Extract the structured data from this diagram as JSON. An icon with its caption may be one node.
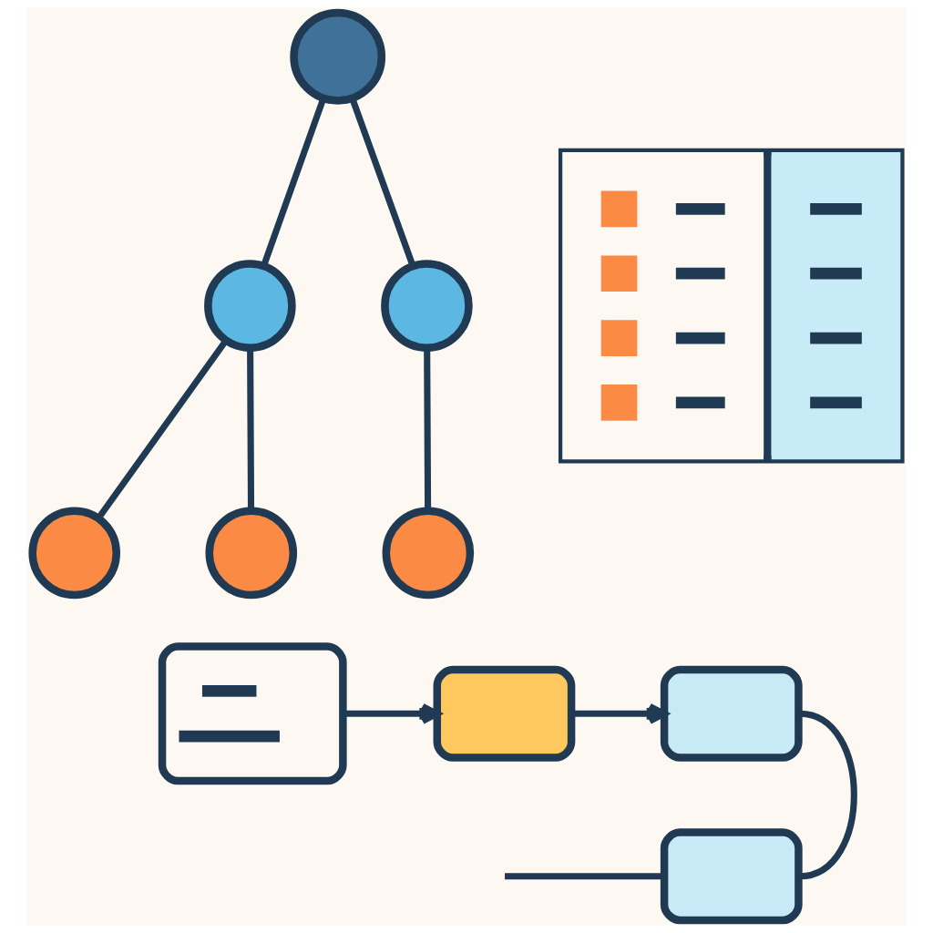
{
  "diagram": {
    "nodes": [
      {
        "text": [],
        "shape": "circle"
      },
      {
        "text": [],
        "shape": "circle"
      },
      {
        "text": [],
        "shape": "circle"
      },
      {
        "text": [],
        "shape": "circle"
      },
      {
        "text": [],
        "shape": "circle"
      },
      {
        "text": [],
        "shape": "circle"
      },
      {
        "text": [],
        "shape": "box"
      },
      {
        "text": [],
        "shape": "box"
      },
      {
        "text": [],
        "shape": "box"
      },
      {
        "text": [],
        "shape": "box"
      },
      {
        "text": [],
        "shape": "box"
      }
    ],
    "edges": [
      {
        "from": 0,
        "to": 1,
        "arrow": "none"
      },
      {
        "from": 0,
        "to": 2,
        "arrow": "none"
      },
      {
        "from": 1,
        "to": 3,
        "arrow": "none"
      },
      {
        "from": 1,
        "to": 4,
        "arrow": "none"
      },
      {
        "from": 2,
        "to": 5,
        "arrow": "none"
      },
      {
        "from": 7,
        "to": 8,
        "arrow": "to"
      },
      {
        "from": 8,
        "to": 9,
        "arrow": "to"
      },
      {
        "from": 9,
        "to": 10,
        "arrow": "none"
      },
      {
        "from": 10,
        "to": null,
        "arrow": "none"
      }
    ]
  }
}
